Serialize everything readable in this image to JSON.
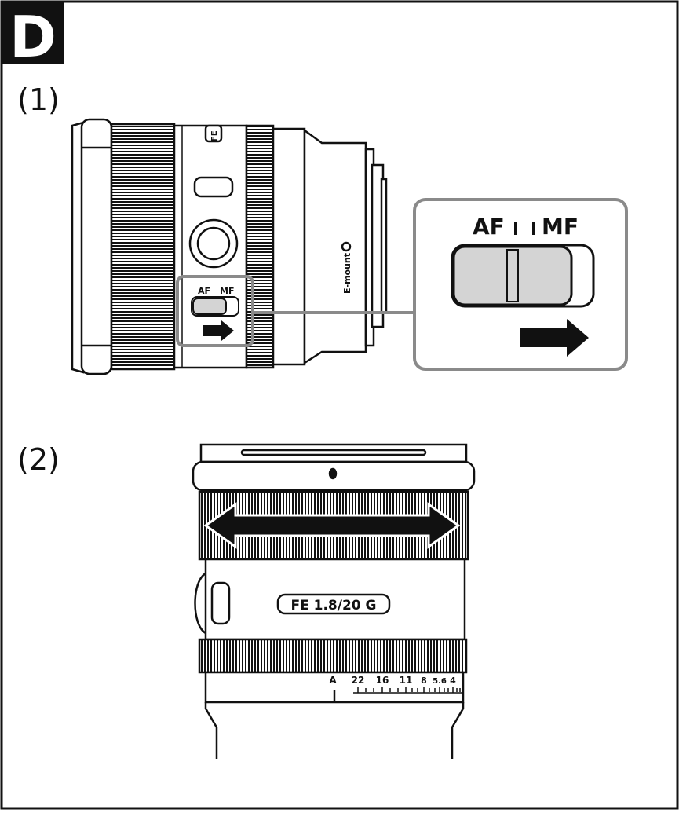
{
  "page_label": "D",
  "panel1": {
    "step_label": "(1)",
    "switch_af": "AF",
    "switch_mf": "MF",
    "mount_label": "E-mount",
    "brand_mark": "FE",
    "zoom_af": "AF",
    "zoom_mf": "MF"
  },
  "panel2": {
    "step_label": "(2)",
    "lens_name": "FE 1.8/20 G",
    "aperture_scale": [
      "A",
      "22",
      "16",
      "11",
      "8",
      "5.6",
      "4"
    ]
  }
}
